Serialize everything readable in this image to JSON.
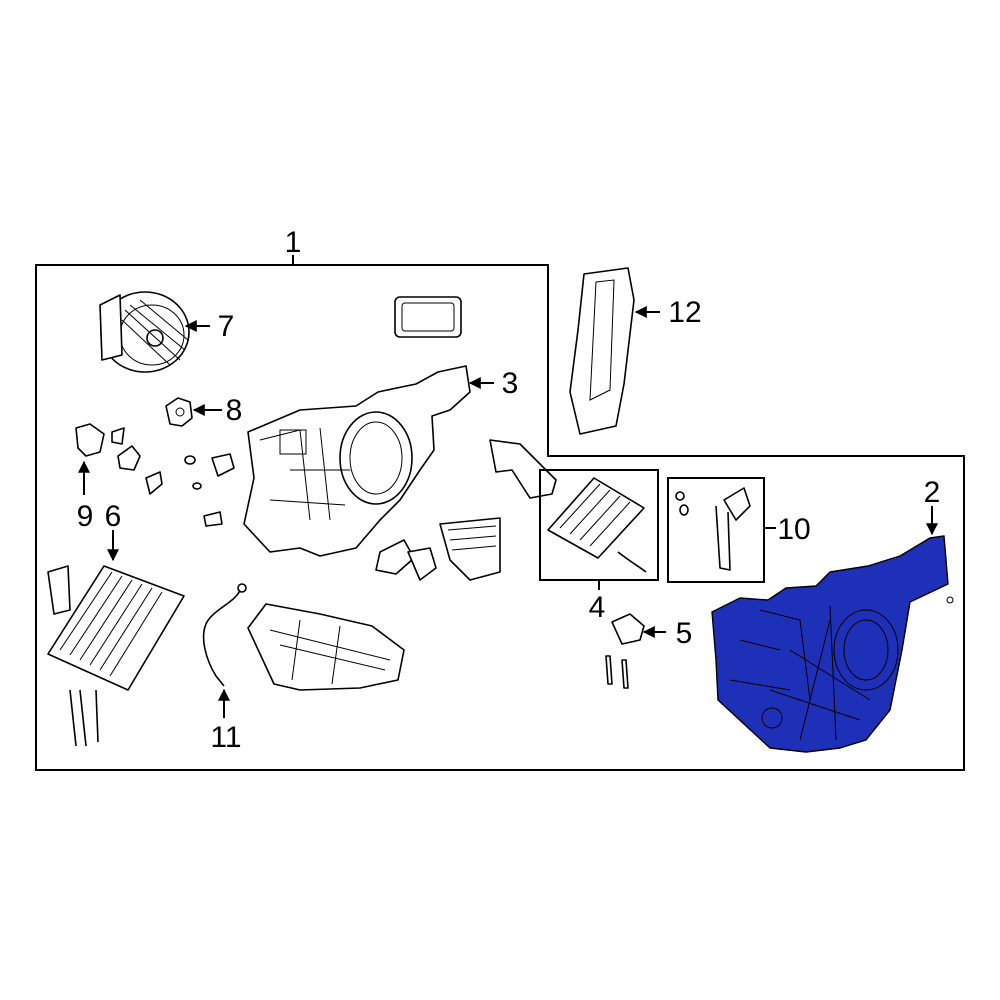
{
  "diagram": {
    "callouts": {
      "c1": "1",
      "c2": "2",
      "c3": "3",
      "c4": "4",
      "c5": "5",
      "c6": "6",
      "c7": "7",
      "c8": "8",
      "c9": "9",
      "c10": "10",
      "c11": "11",
      "c12": "12"
    },
    "highlight_color": "#1e2fb8",
    "highlighted_part": "2"
  }
}
